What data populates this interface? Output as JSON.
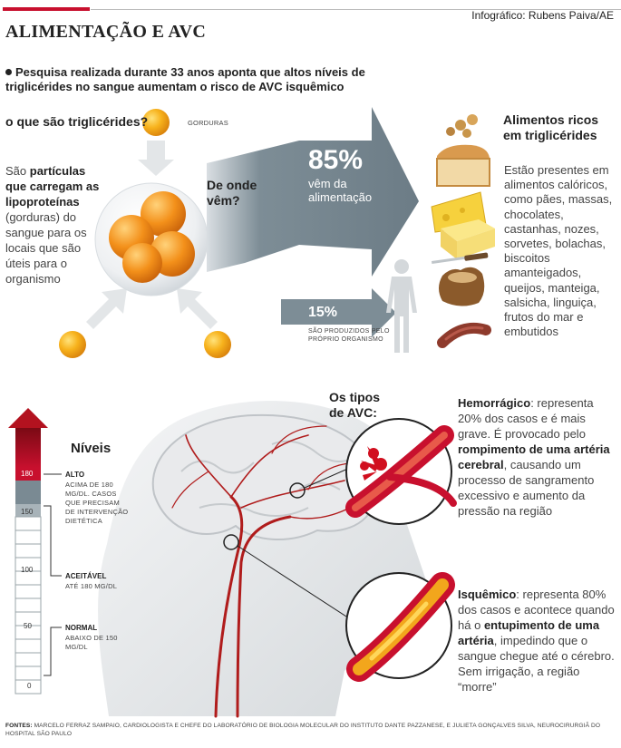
{
  "credit": "Infográfico: Rubens Paiva/AE",
  "title": "ALIMENTAÇÃO E AVC",
  "lede": "Pesquisa realizada durante 33 anos aponta que altos níveis de triglicérides no sangue aumentam o risco de AVC isquêmico",
  "what_are": {
    "heading": "o que são triglicérides?",
    "gorduras_label": "GORDURAS",
    "def_intro": "São",
    "def_bold1": "partículas que carregam as lipoproteínas",
    "def_rest": "(gorduras) do sangue para os locais que são úteis para o organismo"
  },
  "sources": {
    "heading": "De onde vêm?",
    "pct_food": "85%",
    "pct_food_sub": "vêm da alimentação",
    "pct_body": "15%",
    "pct_body_sub": "SÃO PRODUZIDOS PELO PRÓPRIO ORGANISMO"
  },
  "foods": {
    "heading": "Alimentos ricos em triglicérides",
    "text": "Estão presentes em alimentos calóricos, como pães, massas, chocolates, castanhas, nozes, sorvetes, bolachas, biscoitos amanteigados, queijos, manteiga, salsicha, linguiça, frutos do mar e embutidos"
  },
  "levels": {
    "heading": "Níveis",
    "ticks": [
      "180",
      "150",
      "100",
      "50",
      "0"
    ],
    "alto_title": "ALTO",
    "alto_sub": "ACIMA DE 180 MG/DL. CASOS QUE PRECISAM DE INTERVENÇÃO DIETÉTICA",
    "aceitavel_title": "ACEITÁVEL",
    "aceitavel_sub": "ATÉ 180 MG/DL",
    "normal_title": "NORMAL",
    "normal_sub": "ABAIXO DE 150 MG/DL"
  },
  "avc": {
    "heading": "Os tipos de AVC:",
    "hemo_bold": "Hemorrágico",
    "hemo_a": ": representa 20% dos casos e é mais grave. É provocado pelo",
    "hemo_bold2": "rompimento de uma artéria cerebral",
    "hemo_b": ", causando um processo de sangramento excessivo e aumento da pressão na região",
    "isq_bold": "Isquêmico",
    "isq_a": ": representa 80% dos casos e acontece quando há o",
    "isq_bold2": "entupimento de uma artéria",
    "isq_b": ", impedindo que o sangue chegue até o cérebro. Sem irrigação, a região “morre”"
  },
  "fontes": {
    "label": "FONTES:",
    "text": "MARCELO FERRAZ SAMPAIO, CARDIOLOGISTA E CHEFE DO LABORATÓRIO DE BIOLOGIA MOLECULAR DO INSTITUTO DANTE PAZZANESE, E JULIETA GONÇALVES SILVA, NEUROCIRURGIÃ DO HOSPITAL SÃO PAULO"
  },
  "colors": {
    "accent_red": "#c8102e",
    "arrow_gray": "#7a8a93",
    "fat_orange": "#f39a1e"
  }
}
